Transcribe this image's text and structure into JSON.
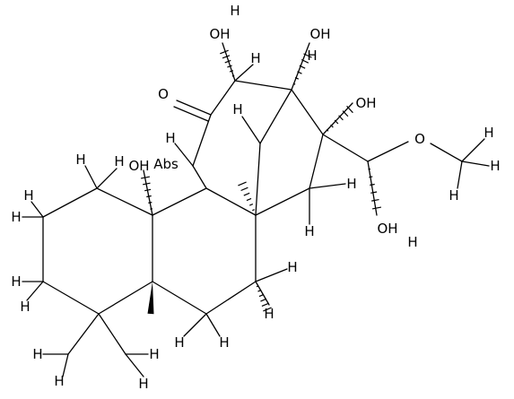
{
  "molecule": {
    "atom_labels": {
      "hydroxyl": "OH",
      "hydrogen": "H",
      "oxygen": "O",
      "abs_flag": "Abs"
    },
    "colors": {
      "ink": "#000000",
      "background": "#ffffff"
    }
  }
}
